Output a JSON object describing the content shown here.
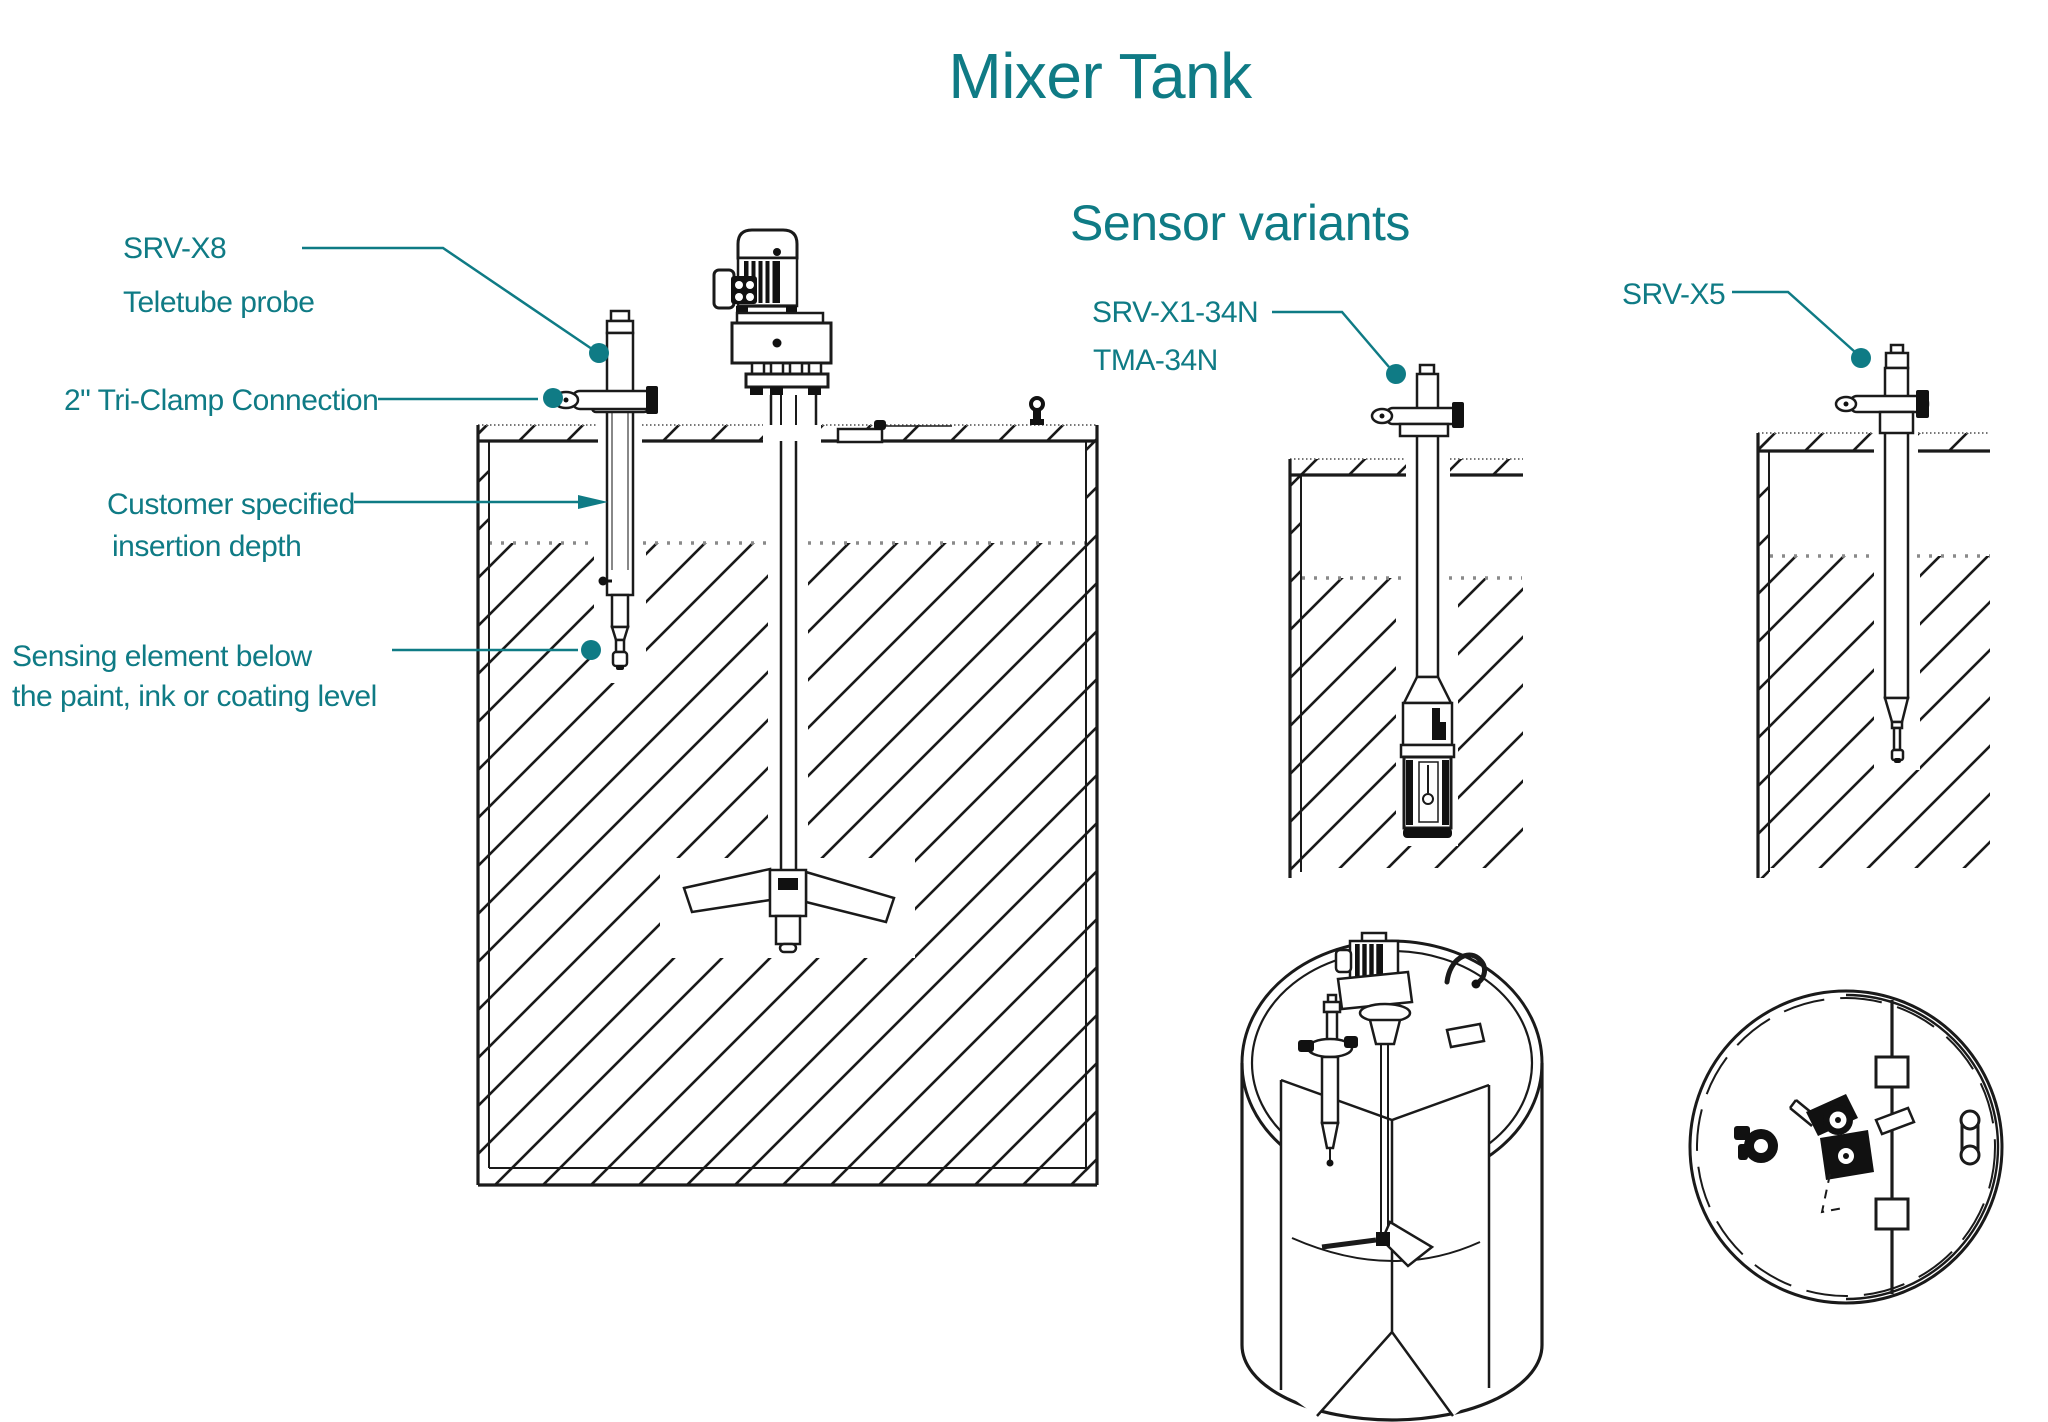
{
  "accent_color": "#0F7B85",
  "line_color": "#1a1a1a",
  "background_color": "#ffffff",
  "title": "Mixer Tank",
  "subtitle": "Sensor variants",
  "main_view": {
    "labels": {
      "probe": {
        "line1": "SRV-X8",
        "line2": "Teletube probe"
      },
      "clamp": "2\" Tri-Clamp Connection",
      "insertion": {
        "line1": "Customer specified",
        "line2": "insertion depth"
      },
      "sensing": {
        "line1": "Sensing element below",
        "line2": "the paint, ink or coating level"
      }
    }
  },
  "variants": {
    "variant1": {
      "line1": "SRV-X1-34N",
      "line2": "TMA-34N"
    },
    "variant2": {
      "label": "SRV-X5"
    }
  }
}
